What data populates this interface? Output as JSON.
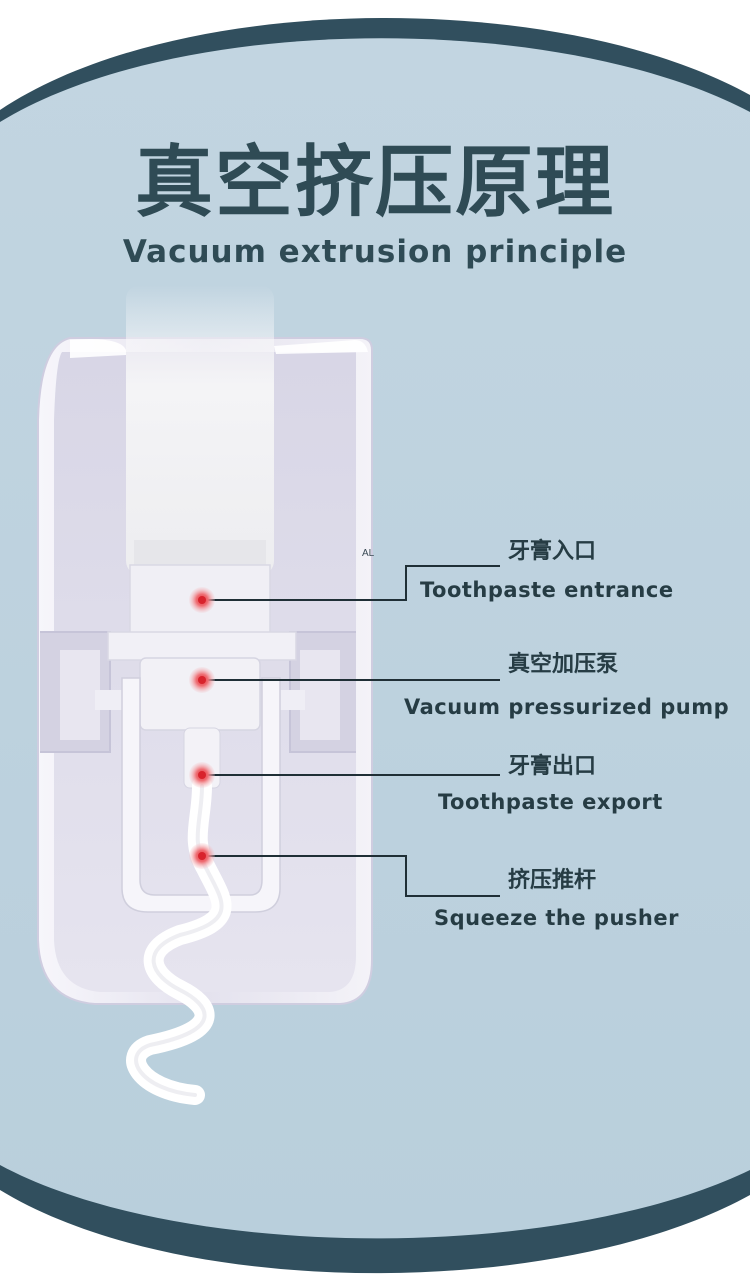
{
  "colors": {
    "background": "#bfd4e0",
    "frame": "#314f5e",
    "heading_text": "#2f4b55",
    "label_text": "#263c44",
    "marker": "#e23c44",
    "device_body": "#e9e7f1"
  },
  "heading": {
    "title_cn": "真空挤压原理",
    "title_en": "Vacuum extrusion principle"
  },
  "diagram": {
    "callouts": [
      {
        "label_cn": "牙膏入口",
        "label_en": "Toothpaste entrance"
      },
      {
        "label_cn": "真空加压泵",
        "label_en": "Vacuum pressurized pump"
      },
      {
        "label_cn": "牙膏出口",
        "label_en": "Toothpaste export"
      },
      {
        "label_cn": "挤压推杆",
        "label_en": "Squeeze the pusher"
      }
    ]
  }
}
